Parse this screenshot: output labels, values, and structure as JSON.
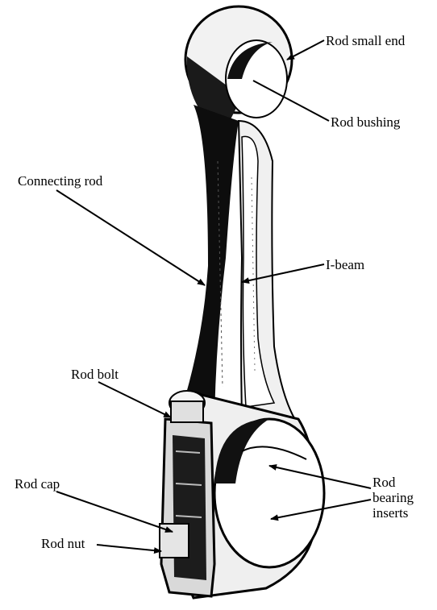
{
  "labels": {
    "small_end": "Rod small end",
    "bushing": "Rod bushing",
    "connecting_rod": "Connecting rod",
    "i_beam": "I-beam",
    "bolt": "Rod bolt",
    "cap": "Rod cap",
    "nut": "Rod nut",
    "bearing_line1": "Rod",
    "bearing_line2": "bearing",
    "bearing_line3": "inserts"
  }
}
